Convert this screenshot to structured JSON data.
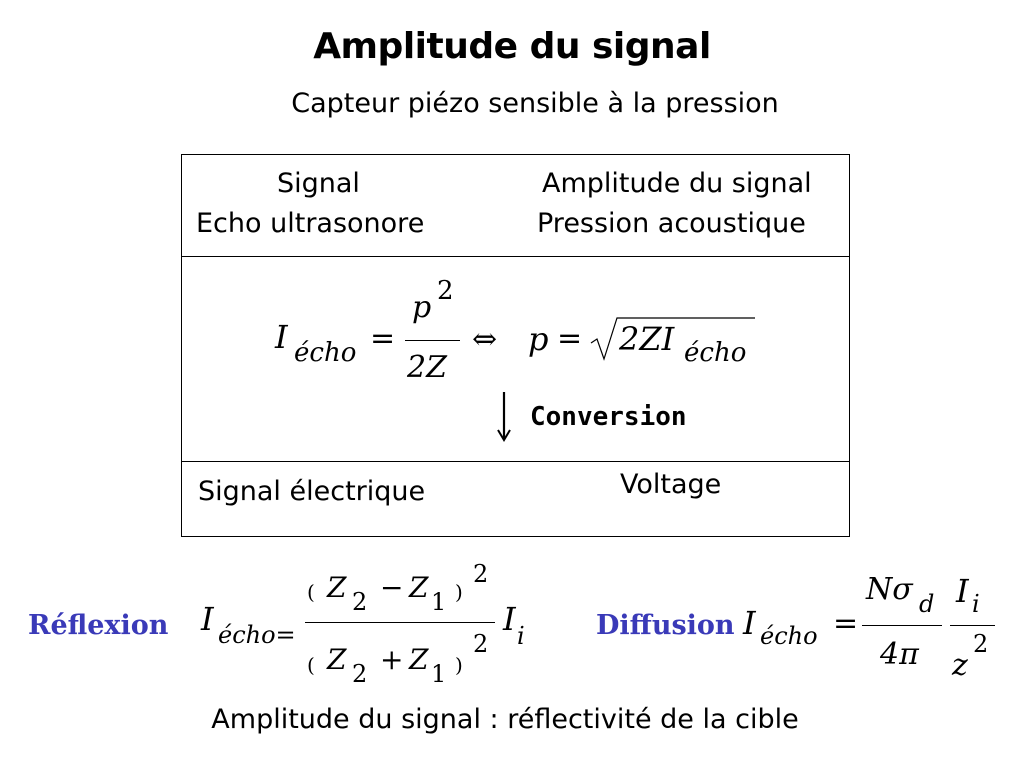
{
  "title": "Amplitude du signal",
  "subtitle": "Capteur piézo sensible à la pression",
  "table": {
    "row1": {
      "left_line1": "Signal",
      "left_line2": "Echo ultrasonore",
      "right_line1": "Amplitude du signal",
      "right_line2": "Pression acoustique"
    },
    "formula": {
      "I": "I",
      "I_sub": "écho",
      "eq": "=",
      "num": "p",
      "num_exp": "2",
      "den": "2Z",
      "equiv": "⇔",
      "p": "p",
      "eq2": "=",
      "sqrt_content": "2ZI",
      "sqrt_sub": "écho"
    },
    "conversion_label": "Conversion",
    "row3": {
      "left": "Signal électrique",
      "right": "Voltage"
    }
  },
  "reflexion": {
    "label": "Réflexion",
    "I": "I",
    "I_sub": "écho=",
    "num_open": "(",
    "num_Z2": "Z",
    "num_Z2_sub": "2",
    "num_op": "−",
    "num_Z1": "Z",
    "num_Z1_sub": "1",
    "num_close": ")",
    "num_exp": "2",
    "den_open": "(",
    "den_Z2": "Z",
    "den_Z2_sub": "2",
    "den_op": "+",
    "den_Z1": "Z",
    "den_Z1_sub": "1",
    "den_close": ")",
    "den_exp": "2",
    "Ii": "I",
    "Ii_sub": "i"
  },
  "diffusion": {
    "label": "Diffusion",
    "I": "I",
    "I_sub": "écho",
    "eq": "=",
    "num": "Nσ",
    "num_sub": "d",
    "den": "4π",
    "Ii": "I",
    "Ii_sub": "i",
    "z": "z",
    "z_exp": "2"
  },
  "footer": "Amplitude du signal : réflectivité de la cible"
}
